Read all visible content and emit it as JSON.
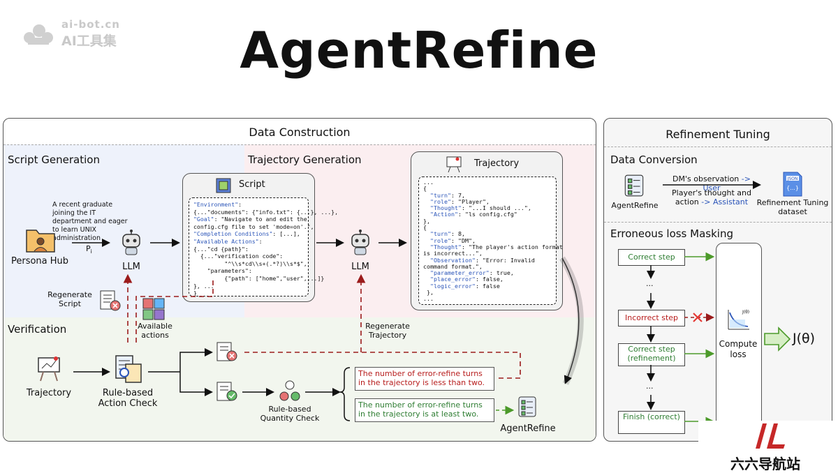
{
  "watermark": {
    "line1": "ai-bot.cn",
    "line2": "AI工具集"
  },
  "title": "AgentRefine",
  "left_panel": {
    "title": "Data Construction",
    "script_generation": "Script Generation",
    "trajectory_generation": "Trajectory Generation",
    "verification": "Verification",
    "persona_text": "A recent graduate joining the IT department and eager to learn UNIX administration",
    "persona_hub": "Persona Hub",
    "p_i": "P",
    "p_i_sub": "i",
    "llm1": "LLM",
    "llm2": "LLM",
    "script_box_title": "Script",
    "script_lines": [
      {
        "k": "\"Environment\"",
        "v": ":"
      },
      {
        "k": "",
        "v": "{...\"documents\": {\"info.txt\": {...}, ...},"
      },
      {
        "k": "\"Goal\"",
        "v": ": \"Navigate to and edit the"
      },
      {
        "k": "",
        "v": "config.cfg file to set 'mode=on'.\","
      },
      {
        "k": "\"Completion Conditions\"",
        "v": ": [...],"
      },
      {
        "k": "\"Available Actions\"",
        "v": ":"
      },
      {
        "k": "",
        "v": "{...\"cd {path}\":"
      },
      {
        "k": "",
        "v": "  {...\"verification code\":"
      },
      {
        "k": "",
        "v": "         \"^\\\\s*cd\\\\s+(.*?)\\\\s*$\","
      },
      {
        "k": "",
        "v": "    \"parameters\":"
      },
      {
        "k": "",
        "v": "         {\"path\": [\"home\",\"user\",...]}"
      },
      {
        "k": "",
        "v": "}, ..."
      },
      {
        "k": "",
        "v": "}"
      }
    ],
    "trajectory_box_title": "Trajectory",
    "trajectory_lines": [
      "...",
      "{",
      "  \"turn\": 7,",
      "  \"role\": \"Player\",",
      "  \"Thought\": \"...I should ...\",",
      "  \"Action\": \"ls config.cfg\"",
      "},",
      "{",
      "  \"turn\": 8,",
      "  \"role\": \"DM\",",
      "  \"Thought\": \"The player's action format",
      "is incorrect...\",",
      "  \"Observation\": \"Error: Invalid",
      "command format.\",",
      "  \"parameter_error\": true,",
      "  \"place_error\": false,",
      "  \"logic_error\": false",
      " },",
      "..."
    ],
    "regenerate_script": "Regenerate Script",
    "available_actions": "Available actions",
    "regenerate_trajectory": "Regenerate Trajectory",
    "trajectory_label": "Trajectory",
    "rule_action_check": "Rule-based Action Check",
    "rule_quantity_check": "Rule-based Quantity Check",
    "fail_text": "The number of error-refine turns in the trajectory is less than two.",
    "pass_text": "The number of error-refine turns in the trajectory is at least two.",
    "agentrefine_out": "AgentRefine"
  },
  "right_panel": {
    "title": "Refinement Tuning",
    "data_conversion": "Data Conversion",
    "agentrefine": "AgentRefine",
    "dm_obs": "DM's observation",
    "arrow1": " -> ",
    "user": "User",
    "player_thought": "Player's thought and action",
    "assistant": "Assistant",
    "json_tag": "JSON",
    "json_body": "{...}",
    "dataset": "Refinement Tuning dataset",
    "erroneous": "Erroneous loss Masking",
    "steps": [
      "Correct step",
      "...",
      "Incorrect step",
      "Correct step (refinement)",
      "...",
      "Finish (correct)"
    ],
    "compute_loss": "Compute loss",
    "jtheta": "J(θ)",
    "jtheta_small": "J(θ)"
  },
  "corner_logo": "六六导航站",
  "colors": {
    "red": "#b71c1c",
    "green": "#2e7d32",
    "blue": "#2a54b8",
    "pink_bg": "#fbeef0",
    "blue_bg": "#eef2fb",
    "green_bg": "#f2f6ee"
  }
}
